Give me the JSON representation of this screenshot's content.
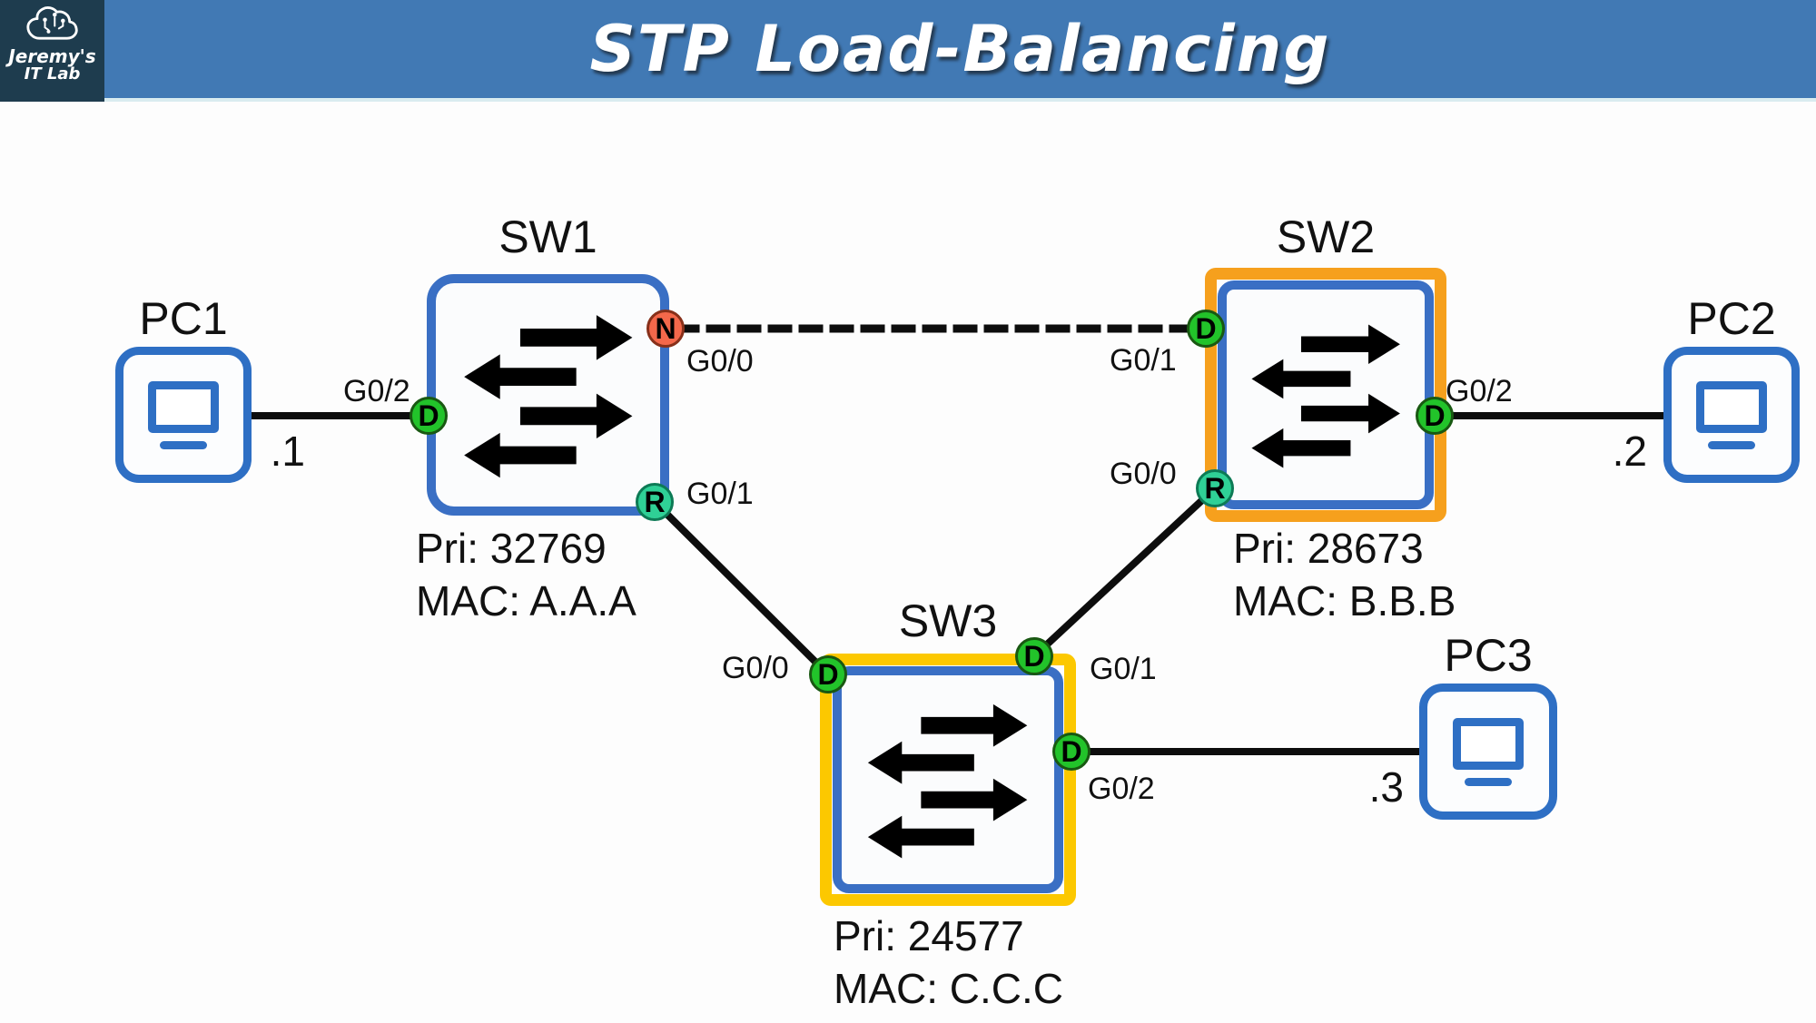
{
  "header": {
    "title": "STP Load-Balancing",
    "logo": {
      "line1": "Jeremy's",
      "line2": "IT Lab"
    }
  },
  "colors": {
    "header_blue": "#4179b4",
    "logo_navy": "#1e3c4e",
    "device_blue": "#3a6fc4",
    "designated_green": "#22c32a",
    "root_port_teal": "#2fd096",
    "nondesignated_orange": "#f4684b",
    "sw2_highlight": "#f6a01d",
    "sw3_highlight": "#fcc800",
    "link_black": "#0d0d0d"
  },
  "nodes": {
    "pc1": {
      "name": "PC1",
      "address": ".1"
    },
    "pc2": {
      "name": "PC2",
      "address": ".2"
    },
    "pc3": {
      "name": "PC3",
      "address": ".3"
    },
    "sw1": {
      "name": "SW1",
      "priority": "Pri: 32769",
      "mac": "MAC: A.A.A",
      "ports": {
        "g00": {
          "name": "G0/0",
          "role": "N"
        },
        "g01": {
          "name": "G0/1",
          "role": "R"
        },
        "g02": {
          "name": "G0/2",
          "role": "D"
        }
      }
    },
    "sw2": {
      "name": "SW2",
      "priority": "Pri: 28673",
      "mac": "MAC: B.B.B",
      "ports": {
        "g00": {
          "name": "G0/0",
          "role": "R"
        },
        "g01": {
          "name": "G0/1",
          "role": "D"
        },
        "g02": {
          "name": "G0/2",
          "role": "D"
        }
      }
    },
    "sw3": {
      "name": "SW3",
      "priority": "Pri: 24577",
      "mac": "MAC: C.C.C",
      "ports": {
        "g00": {
          "name": "G0/0",
          "role": "D"
        },
        "g01": {
          "name": "G0/1",
          "role": "D"
        },
        "g02": {
          "name": "G0/2",
          "role": "D"
        }
      }
    }
  }
}
